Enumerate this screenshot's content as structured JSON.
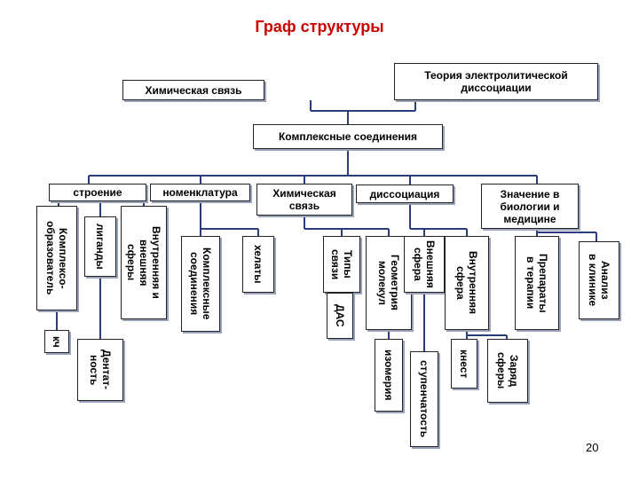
{
  "title": "Граф структуры",
  "page_number": "20",
  "nodes": {
    "theory": "Теория электролитической\nдиссоциации",
    "chem_bond_top": "Химическая связь",
    "complex": "Комплексные соединения",
    "structure": "строение",
    "nomenclature": "номенклатура",
    "chem_bond": "Химическая\nсвязь",
    "dissociation": "диссоциация",
    "significance": "Значение в\nбиологии и\nмедицине",
    "complexing_agent": "Комплексо-\nобразователь",
    "ligands": "лиганды",
    "inner_outer": "Внутренняя и\nвнешняя\nсферы",
    "complex_compounds": "Комплексные\nсоединения",
    "chelates": "хелаты",
    "bond_types": "Типы\nсвязи",
    "molecule_geometry": "Геометрия\nмолекул",
    "outer_sphere": "Внешняя\nсфера",
    "inner_sphere": "Внутренняя\nсфера",
    "therapy_drugs": "Препараты\nв терапии",
    "clinic_analysis": "Анализ\nв клинике",
    "cn": "кч",
    "denticity": "Дентат-\nность",
    "das": "ДАС",
    "isomerism": "изомерия",
    "stepwise": "ступенчатость",
    "knest": "кнест",
    "sphere_charge": "Заряд\nсферы"
  }
}
